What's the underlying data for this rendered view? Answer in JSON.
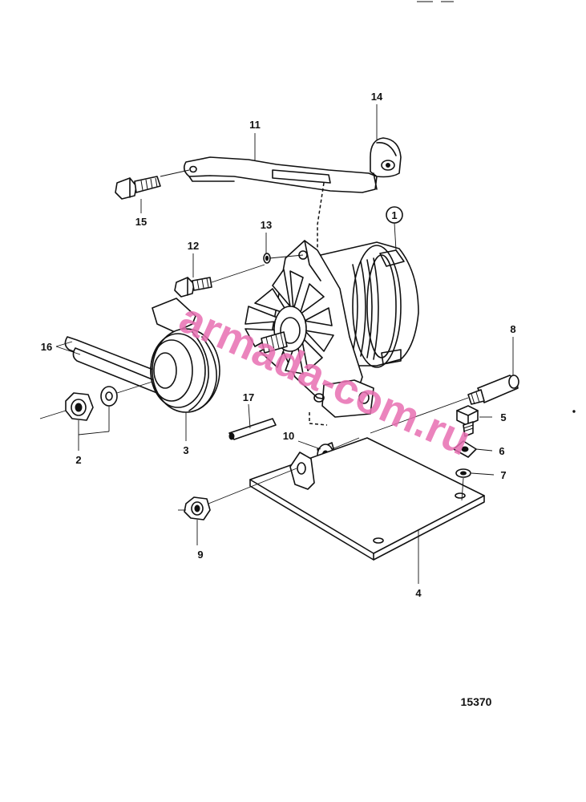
{
  "diagram": {
    "drawing_number": "15370",
    "watermark": "armada-com.ru",
    "callouts": [
      {
        "id": "circled-1",
        "text": "1",
        "circled": true
      },
      {
        "id": "2",
        "text": "2"
      },
      {
        "id": "3",
        "text": "3"
      },
      {
        "id": "4",
        "text": "4"
      },
      {
        "id": "5",
        "text": "5"
      },
      {
        "id": "6",
        "text": "6"
      },
      {
        "id": "7",
        "text": "7"
      },
      {
        "id": "8",
        "text": "8"
      },
      {
        "id": "9",
        "text": "9"
      },
      {
        "id": "10",
        "text": "10"
      },
      {
        "id": "11",
        "text": "11"
      },
      {
        "id": "12",
        "text": "12"
      },
      {
        "id": "13",
        "text": "13"
      },
      {
        "id": "14",
        "text": "14"
      },
      {
        "id": "15",
        "text": "15"
      },
      {
        "id": "16",
        "text": "16"
      },
      {
        "id": "17",
        "text": "17"
      }
    ],
    "colors": {
      "line": "#111111",
      "background": "#ffffff",
      "watermark": "#e86fb2"
    }
  }
}
